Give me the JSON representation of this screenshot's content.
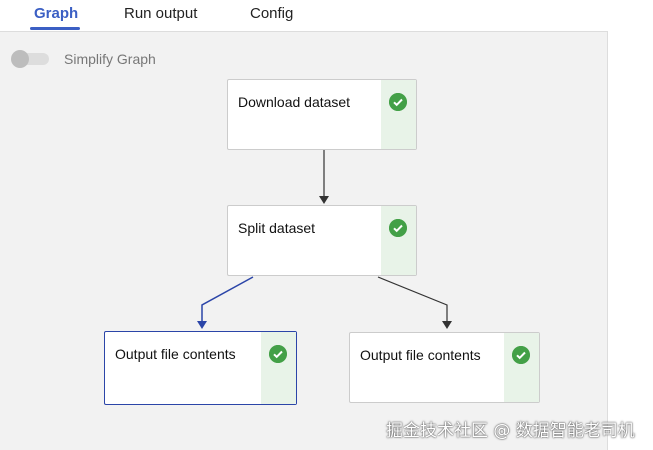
{
  "tabs": [
    {
      "label": "Graph",
      "active": true
    },
    {
      "label": "Run output"
    },
    {
      "label": "Config"
    }
  ],
  "toolbar": {
    "simplify_label": "Simplify Graph",
    "simplify_on": false
  },
  "nodes": [
    {
      "label": "Download dataset",
      "status": "success",
      "selected": false
    },
    {
      "label": "Split dataset",
      "status": "success",
      "selected": false
    },
    {
      "label": "Output file contents",
      "status": "success",
      "selected": true
    },
    {
      "label": "Output file contents",
      "status": "success",
      "selected": false
    }
  ],
  "colors": {
    "accent": "#3b5fc4",
    "success": "#43a047",
    "selected_edge": "#2b45a8"
  },
  "watermark": "掘金技术社区 @ 数据智能老司机"
}
